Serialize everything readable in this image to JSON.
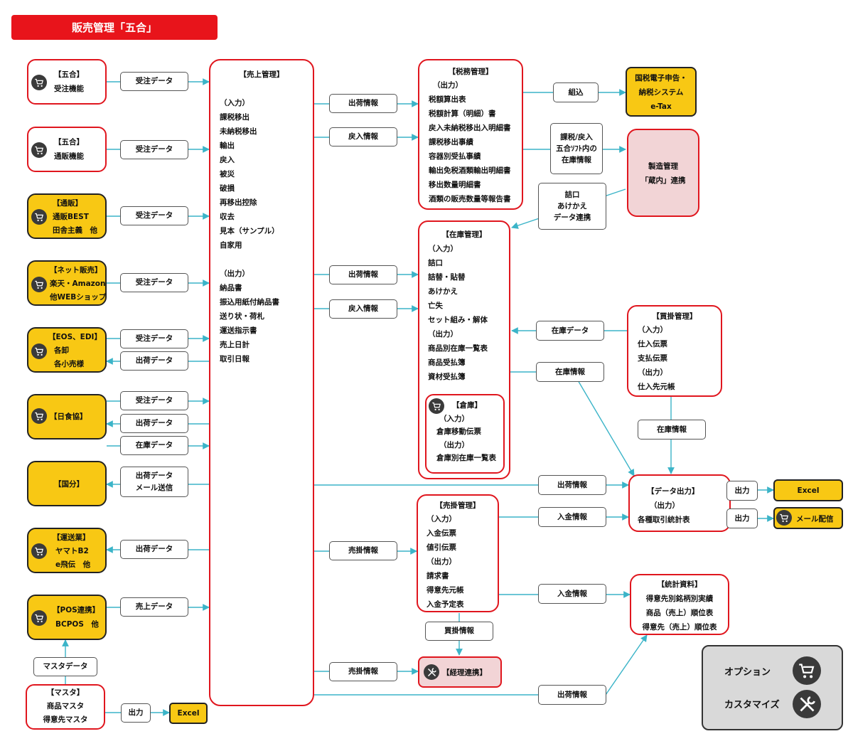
{
  "title": "販売管理「五合」",
  "colors": {
    "border_red": "#e0161e",
    "yellow": "#f8c814",
    "pink": "#f2d4d6",
    "arrow": "#3bb4c8",
    "title_bg": "#e8141b"
  },
  "sources": [
    {
      "head": "【五合】",
      "body": [
        "受注機能"
      ]
    },
    {
      "head": "【五合】",
      "body": [
        "通販機能"
      ]
    },
    {
      "head": "【通販】",
      "body": [
        "通販BEST",
        "田舎主義　他"
      ]
    },
    {
      "head": "【ネット販売】",
      "body": [
        "楽天・Amazon",
        "他WEBショップ"
      ]
    },
    {
      "head": "【EOS、EDI】",
      "body": [
        "各卸",
        "各小売様"
      ]
    },
    {
      "head": "【日食協】",
      "body": []
    },
    {
      "head": "【国分】",
      "body": []
    },
    {
      "head": "【運送業】",
      "body": [
        "ヤマトB2",
        "e飛伝　他"
      ]
    },
    {
      "head": "【POS連携】",
      "body": [
        "BCPOS　他"
      ]
    }
  ],
  "left_labels": [
    "受注データ",
    "受注データ",
    "受注データ",
    "受注データ",
    "受注データ",
    "出荷データ",
    "受注データ",
    "出荷データ",
    "在庫データ",
    "出荷データ",
    "メール送信",
    "出荷データ",
    "売上データ",
    "マスタデータ",
    "出力"
  ],
  "master": {
    "head": "【マスタ】",
    "items": [
      "商品マスタ",
      "得意先マスタ"
    ]
  },
  "excel": "Excel",
  "sales": {
    "head": "【売上管理】",
    "items": [
      "（入力）",
      "課税移出",
      "未納税移出",
      "輸出",
      "戻入",
      "被災",
      "破損",
      "再移出控除",
      "収去",
      "見本（サンプル）",
      "自家用",
      "",
      "（出力）",
      "納品書",
      "振込用紙付納品書",
      "送り状・荷札",
      "運送指示書",
      "売上日計",
      "取引日報"
    ]
  },
  "mid_labels": [
    "出荷情報",
    "戻入情報",
    "出荷情報",
    "戻入情報",
    "売掛情報",
    "売掛情報",
    "在庫データ",
    "在庫情報",
    "組込",
    "入金情報",
    "入金情報",
    "出荷情報",
    "出荷情報",
    "買掛情報",
    "在庫情報",
    "出力",
    "出力"
  ],
  "tax": {
    "head": "【税務管理】",
    "items": [
      "（出力）",
      "税額算出表",
      "税額計算（明細）書",
      "戻入未納税移出入明細書",
      "課税移出事績",
      "容器別受払事績",
      "輸出免税酒類輸出明細書",
      "移出数量明細書",
      "酒類の販売数量等報告書"
    ]
  },
  "inventory": {
    "head": "【在庫管理】",
    "items": [
      "（入力）",
      "詰口",
      "詰替・貼替",
      "あけかえ",
      "亡失",
      "セット組み・解体",
      "（出力）",
      "商品別在庫一覧表",
      "商品受払簿",
      "資材受払簿"
    ]
  },
  "warehouse": {
    "head": "【倉庫】",
    "items": [
      "（入力）",
      "倉庫移動伝票",
      "（出力）",
      "倉庫別在庫一覧表"
    ]
  },
  "receivable": {
    "head": "【売掛管理】",
    "items": [
      "（入力）",
      "入金伝票",
      "値引伝票",
      "（出力）",
      "請求書",
      "得意先元帳",
      "入金予定表"
    ]
  },
  "accounting": "【経理連携】",
  "note1": [
    "課税/戻入",
    "五合ｿﾌﾄ内の",
    "在庫情報"
  ],
  "note2": [
    "詰口",
    "あけかえ",
    "データ連携"
  ],
  "etax": [
    "国税電子申告・",
    "納税システム",
    "e-Tax"
  ],
  "manufacturing": [
    "製造管理",
    "「蔵内」連携"
  ],
  "payable": {
    "head": "【買掛管理】",
    "items": [
      "（入力）",
      "仕入伝票",
      "支払伝票",
      "（出力）",
      "仕入先元帳"
    ]
  },
  "dataout": {
    "head": "【データ出力】",
    "items": [
      "（出力）",
      "各種取引統計表"
    ]
  },
  "stats": {
    "head": "【統計資料】",
    "items": [
      "得意先別銘柄別実績",
      "商品（売上）順位表",
      "得意先（売上）順位表"
    ]
  },
  "mail_delivery": "メール配信",
  "legend": {
    "option": "オプション",
    "customize": "カスタマイズ"
  },
  "icons": [
    "cart-plus-icon",
    "tools-icon"
  ]
}
